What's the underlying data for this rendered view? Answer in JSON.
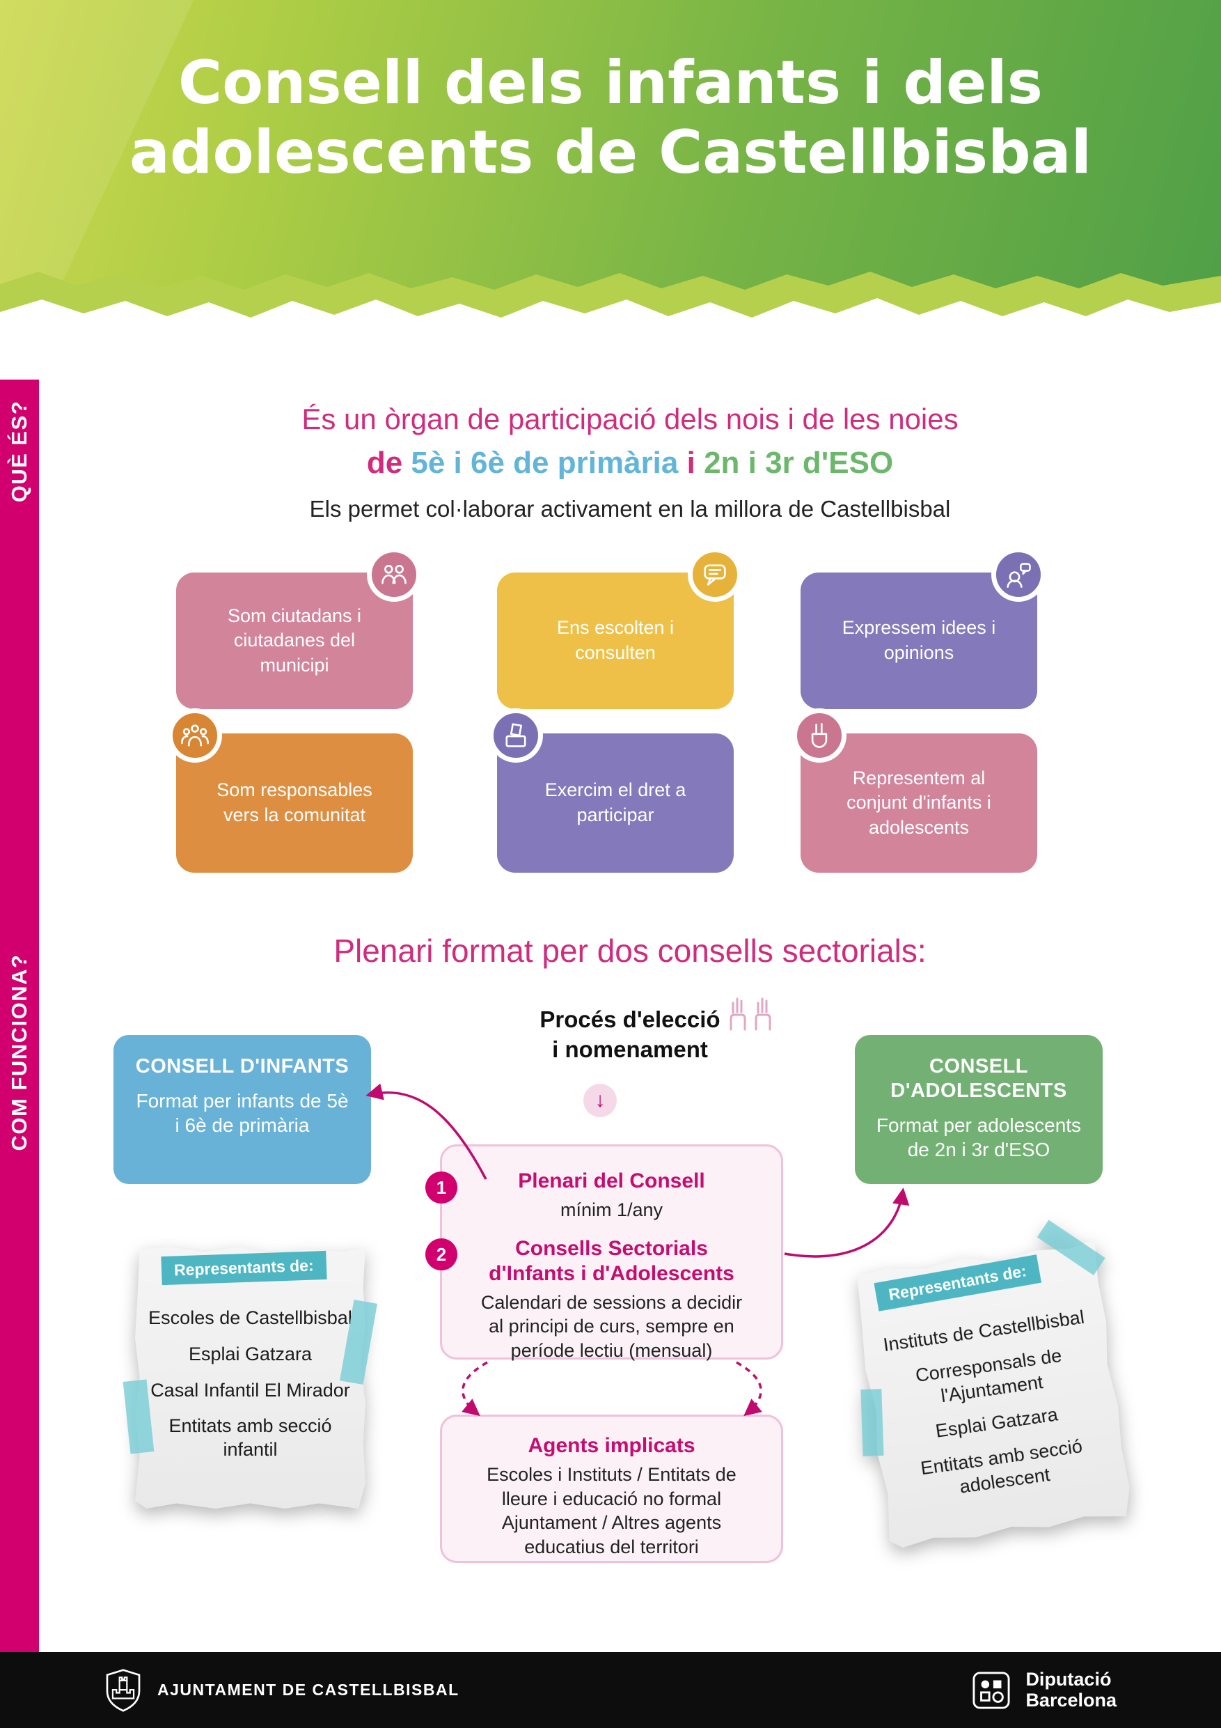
{
  "header": {
    "title_line1": "Consell dels infants i dels",
    "title_line2": "adolescents de Castellbisbal"
  },
  "sidebar": {
    "que_es": "QUÈ ÉS?",
    "com_funciona": "COM FUNCIONA?"
  },
  "intro": {
    "line1": "És un òrgan de participació dels nois i de les noies",
    "line2_prefix": "de ",
    "line2_primaria": "5è i 6è de primària",
    "line2_mid": " i ",
    "line2_eso": "2n i 3r d'ESO",
    "line3": "Els permet col·laborar activament en la millora de Castellbisbal"
  },
  "cards": [
    {
      "label": "Som ciutadans i ciutadanes del municipi",
      "color": "#d2849b",
      "badge_color": "#ca7691",
      "icon": "citizens-icon"
    },
    {
      "label": "Ens escolten i consulten",
      "color": "#eec048",
      "badge_color": "#e6b23a",
      "icon": "speech-bubble-icon"
    },
    {
      "label": "Expressem idees i opinions",
      "color": "#8479ba",
      "badge_color": "#7b70b3",
      "icon": "opinions-icon"
    },
    {
      "label": "Som responsables vers la comunitat",
      "color": "#de8e41",
      "badge_color": "#d88534",
      "icon": "community-icon"
    },
    {
      "label": "Exercim el dret a participar",
      "color": "#8479ba",
      "badge_color": "#7b70b3",
      "icon": "vote-icon"
    },
    {
      "label": "Representem al conjunt d'infants i adolescents",
      "color": "#d2849b",
      "badge_color": "#ca7691",
      "icon": "peace-hand-icon"
    }
  ],
  "how": {
    "heading": "Plenari format per dos consells sectorials:",
    "consell_infants": {
      "title": "CONSELL D'INFANTS",
      "body": "Format per infants de 5è i 6è de primària",
      "color": "#68b2d8"
    },
    "consell_adolescents": {
      "title": "CONSELL D'ADOLESCENTS",
      "body": "Format per adolescents de 2n i 3r d'ESO",
      "color": "#72b173"
    },
    "process": {
      "line1": "Procés d'elecció",
      "line2": "i nomenament",
      "arrow_glyph": "↓",
      "icon": "raised-hands-icon"
    },
    "plenari_box": {
      "item1": {
        "num": "1",
        "title": "Plenari del Consell",
        "body": "mínim 1/any"
      },
      "item2": {
        "num": "2",
        "title": "Consells Sectorials d'Infants i d'Adolescents",
        "body": "Calendari de sessions a decidir al principi de curs, sempre en període lectiu (mensual)"
      }
    },
    "agents_box": {
      "title": "Agents implicats",
      "body": "Escoles i Instituts / Entitats de lleure i educació no formal Ajuntament / Altres agents educatius del territori"
    },
    "left_note": {
      "label": "Representants de:",
      "items": [
        "Escoles de Castellbisbal",
        "Esplai Gatzara",
        "Casal Infantil El Mirador",
        "Entitats amb secció infantil"
      ]
    },
    "right_note": {
      "label": "Representants de:",
      "items": [
        "Instituts de Castellbisbal",
        "Corresponsals de l'Ajuntament",
        "Esplai Gatzara",
        "Entitats amb secció adolescent"
      ]
    }
  },
  "footer": {
    "ajuntament": "AJUNTAMENT DE CASTELLBISBAL",
    "diputacio_line1": "Diputació",
    "diputacio_line2": "Barcelona"
  },
  "palette": {
    "magenta": "#d2006e",
    "magenta_text": "#d02b7c",
    "header_green_light": "#ccd84e",
    "header_green_dark": "#4f9f47",
    "blue_text": "#62b5d9",
    "green_text": "#6cb76c",
    "teal_label": "#4db6c2",
    "pink_box_bg": "#fcf1f7",
    "pink_box_border": "#efc2da",
    "footer_black": "#0d0d0d"
  }
}
